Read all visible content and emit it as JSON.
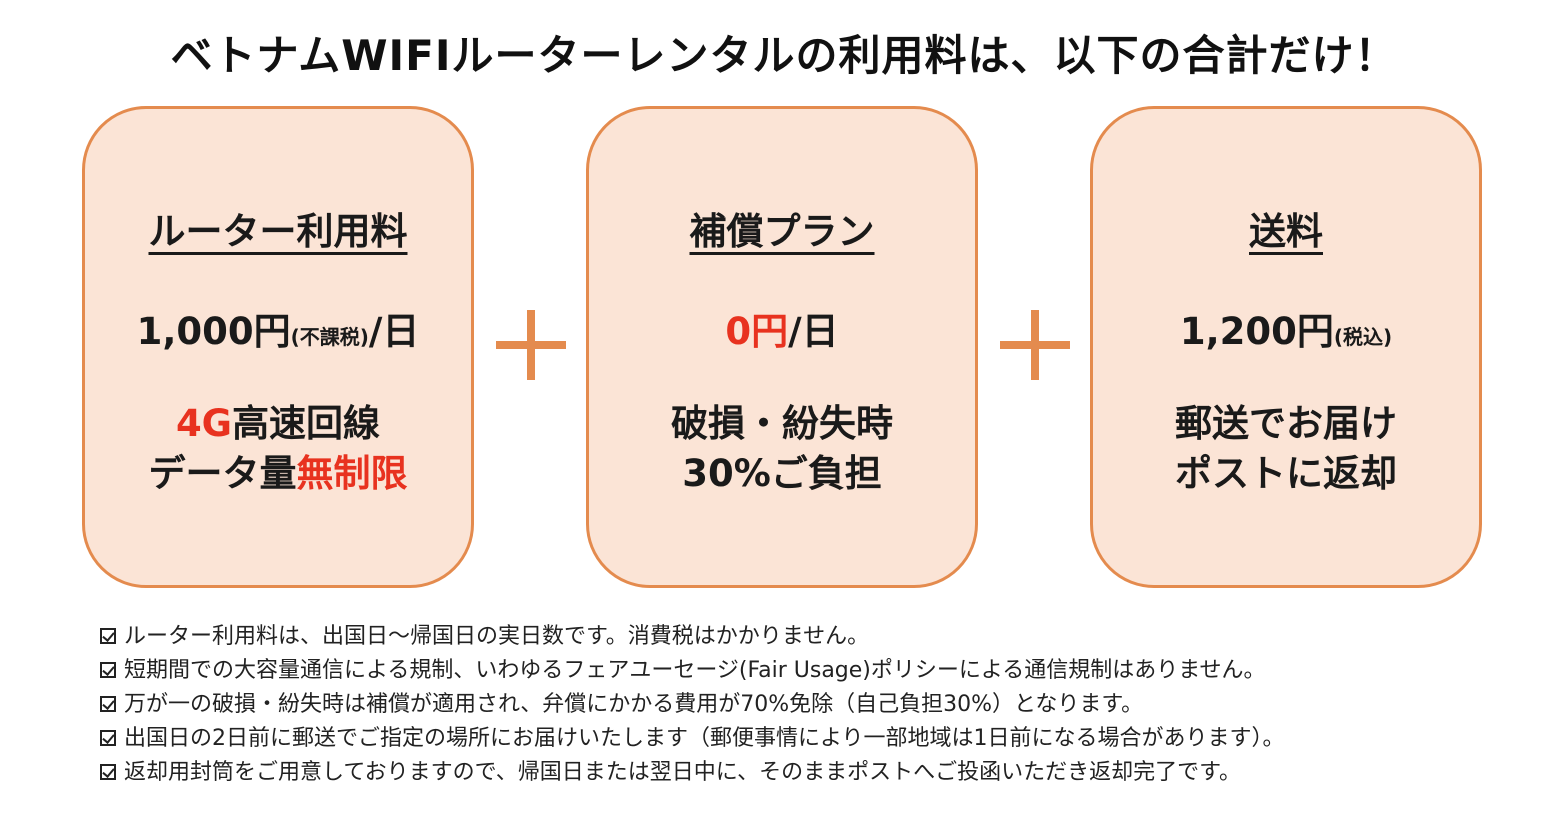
{
  "headline": "ベトナムWIFIルーターレンタルの利用料は、以下の合計だけ！",
  "cards": [
    {
      "title": "ルーター利用料",
      "price_main": "1,000円",
      "price_note": "(不課税)",
      "price_suffix": "/日",
      "line1_highlight": "4G",
      "line1_rest": "高速回線",
      "line2_rest": "データ量",
      "line2_highlight": "無制限"
    },
    {
      "title": "補償プラン",
      "price_highlight": "0円",
      "price_suffix": "/日",
      "line1": "破損・紛失時",
      "line2": "30%ご負担"
    },
    {
      "title": "送料",
      "price_main": "1,200円",
      "price_note": "(税込)",
      "line1": "郵送でお届け",
      "line2": "ポストに返却"
    }
  ],
  "notes": [
    "ルーター利用料は、出国日〜帰国日の実日数です。消費税はかかりません。",
    "短期間での大容量通信による規制、いわゆるフェアユーセージ(Fair Usage)ポリシーによる通信規制はありません。",
    "万が一の破損・紛失時は補償が適用され、弁償にかかる費用が70%免除（自己負担30%）となります。",
    "出国日の2日前に郵送でご指定の場所にお届けいたします（郵便事情により一部地域は1日前になる場合があります）。",
    "返却用封筒をご用意しておりますので、帰国日または翌日中に、そのままポストへご投函いただき返却完了です。"
  ],
  "colors": {
    "card_fill": "#fbe4d6",
    "card_border": "#e48b4e",
    "plus": "#e48b4e",
    "highlight": "#e8321f"
  },
  "icons": {
    "plus": "plus-icon",
    "checkbox": "checkbox-icon"
  }
}
